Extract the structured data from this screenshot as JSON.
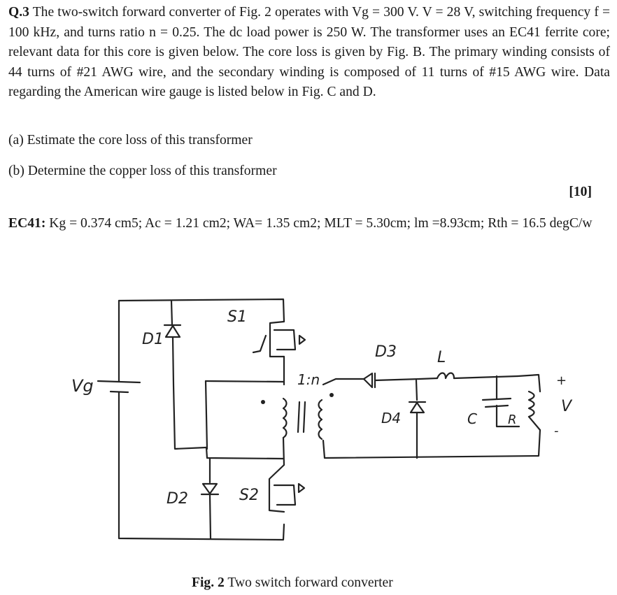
{
  "question": {
    "number": "Q.3",
    "text": "The two-switch forward converter of Fig. 2 operates with Vg = 300 V. V = 28 V, switching frequency f = 100 kHz, and turns ratio n = 0.25. The dc load power is 250 W. The transformer uses an EC41 ferrite core; relevant data for this core is given below. The core loss is given by Fig. B. The primary winding consists of 44 turns of #21 AWG wire, and the secondary winding is composed of 11 turns of #15 AWG wire. Data regarding the American wire gauge is listed below in Fig. C and D."
  },
  "parts": {
    "a": "(a) Estimate the core loss of this transformer",
    "b": "(b) Determine the copper loss of this transformer"
  },
  "marks": "[10]",
  "core": {
    "label": "EC41:",
    "kg": "Kg = 0.374 cm5;",
    "ac": "Ac = 1.21 cm2;",
    "wa": "WA= 1.35 cm2;",
    "mlt": "MLT = 5.30cm;",
    "lm": "lm =8.93cm;",
    "rth": "Rth = 16.5 degC/w"
  },
  "figure": {
    "labels": {
      "vg": "Vg",
      "s1": "S1",
      "s2": "S2",
      "d1": "D1",
      "d2": "D2",
      "d3": "D3",
      "d4": "D4",
      "ratio": "1:n",
      "l": "L",
      "c": "C",
      "r": "R",
      "plus": "+",
      "v": "V",
      "minus": "-"
    },
    "caption_bold": "Fig. 2",
    "caption_text": "Two switch forward converter"
  }
}
